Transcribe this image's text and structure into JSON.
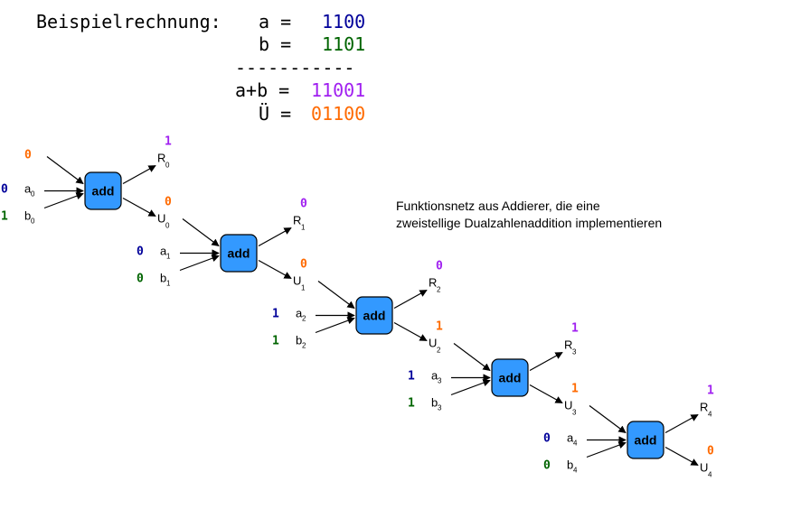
{
  "calculation": {
    "heading": "Beispielrechnung:",
    "rows": [
      {
        "label": "a =",
        "value": "1100",
        "color": "#00009a"
      },
      {
        "label": "b =",
        "value": "1101",
        "color": "#006400"
      },
      {
        "label": "a+b =",
        "value": "11001",
        "color": "#a020f0"
      },
      {
        "label": "Ü =",
        "value": "01100",
        "color": "#ff6a00"
      }
    ],
    "separator": "-----------"
  },
  "note": {
    "line1": "Funktionsnetz aus Addierer, die eine",
    "line2": "zweistellige Dualzahlenaddition implementieren"
  },
  "colors": {
    "a_bits": "#00009a",
    "b_bits": "#006400",
    "r_bits": "#a020f0",
    "u_bits": "#ff6a00",
    "adder_fill": "#3399ff"
  },
  "adder_label": "add",
  "stages": [
    {
      "index": "0",
      "carry_in": "0",
      "a": "0",
      "b": "1",
      "r": "1",
      "u": "0",
      "a_label": "a",
      "b_label": "b",
      "r_label": "R",
      "u_label": "U"
    },
    {
      "index": "1",
      "a": "0",
      "b": "0",
      "r": "0",
      "u": "0",
      "a_label": "a",
      "b_label": "b",
      "r_label": "R",
      "u_label": "U"
    },
    {
      "index": "2",
      "a": "1",
      "b": "1",
      "r": "0",
      "u": "1",
      "a_label": "a",
      "b_label": "b",
      "r_label": "R",
      "u_label": "U"
    },
    {
      "index": "3",
      "a": "1",
      "b": "1",
      "r": "1",
      "u": "1",
      "a_label": "a",
      "b_label": "b",
      "r_label": "R",
      "u_label": "U"
    },
    {
      "index": "4",
      "a": "0",
      "b": "0",
      "r": "1",
      "u": "0",
      "a_label": "a",
      "b_label": "b",
      "r_label": "R",
      "u_label": "U"
    }
  ]
}
